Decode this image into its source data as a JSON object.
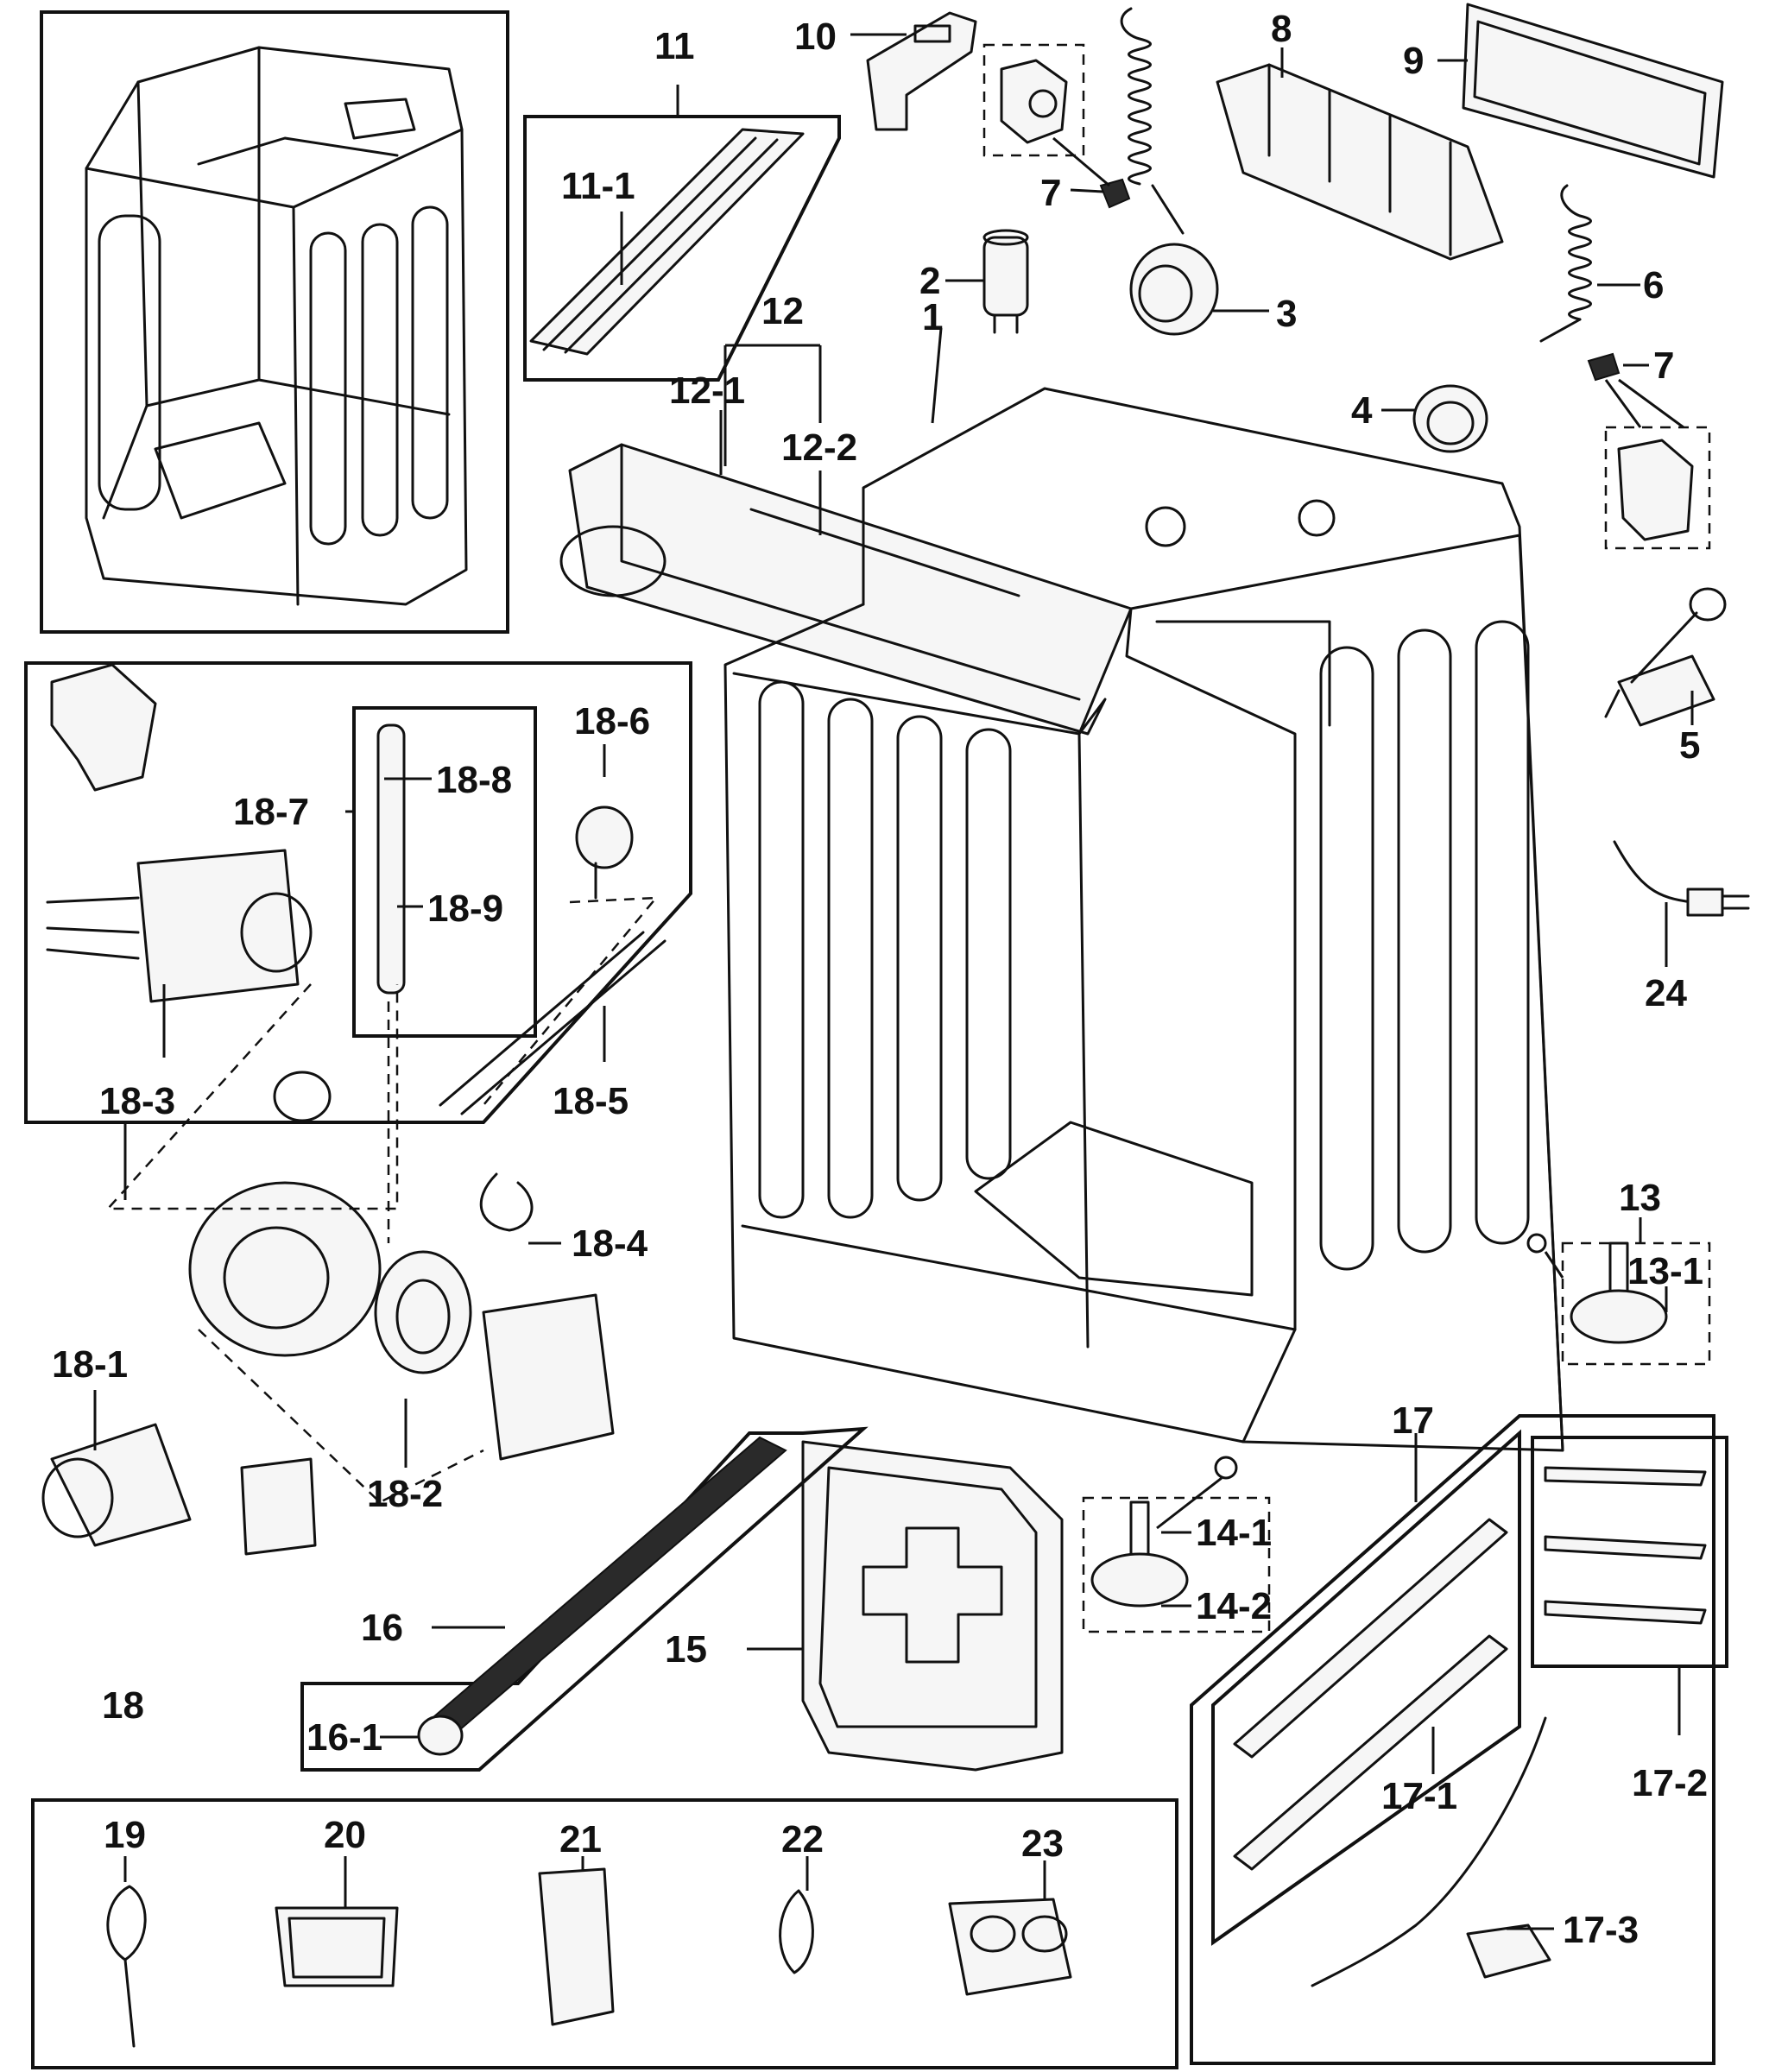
{
  "callouts": {
    "c1": "1",
    "c2": "2",
    "c3": "3",
    "c4": "4",
    "c5": "5",
    "c6": "6",
    "c7a": "7",
    "c7b": "7",
    "c8": "8",
    "c9": "9",
    "c10": "10",
    "c11": "11",
    "c11_1": "11-1",
    "c12": "12",
    "c12_1": "12-1",
    "c12_2": "12-2",
    "c13": "13",
    "c13_1": "13-1",
    "c14_1": "14-1",
    "c14_2": "14-2",
    "c15": "15",
    "c16": "16",
    "c16_1": "16-1",
    "c17": "17",
    "c17_1": "17-1",
    "c17_2": "17-2",
    "c17_3": "17-3",
    "c18": "18",
    "c18_1": "18-1",
    "c18_2": "18-2",
    "c18_3": "18-3",
    "c18_4": "18-4",
    "c18_5": "18-5",
    "c18_6": "18-6",
    "c18_7": "18-7",
    "c18_8": "18-8",
    "c18_9": "18-9",
    "c19": "19",
    "c20": "20",
    "c21": "21",
    "c22": "22",
    "c23": "23",
    "c24": "24"
  }
}
